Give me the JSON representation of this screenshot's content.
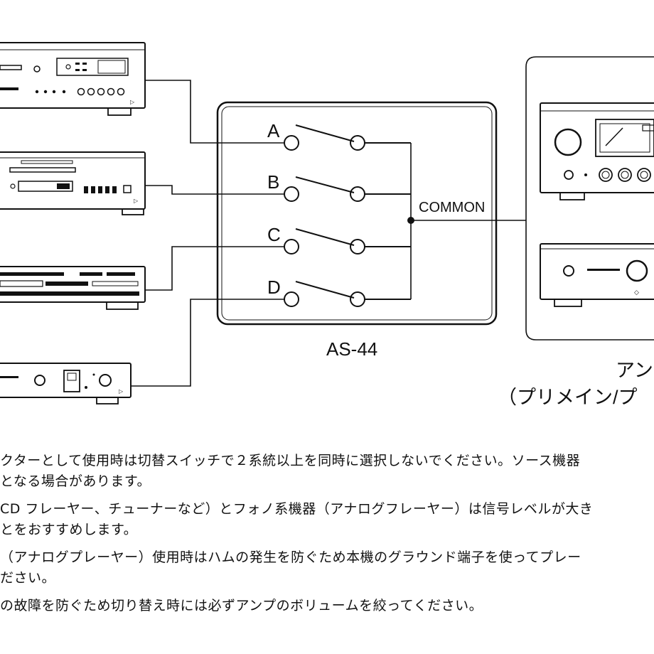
{
  "switch_box": {
    "model": "AS-44",
    "inputs": [
      "A",
      "B",
      "C",
      "D"
    ],
    "common_label": "COMMON"
  },
  "amp": {
    "label_line1": "アン",
    "label_line2": "（プリメイン/プ"
  },
  "notes": [
    "クターとして使用時は切替スイッチで２系統以上を同時に選択しないでください。ソース機器",
    "となる場合があります。",
    "CD フレーヤー、チューナーなど）とフォノ系機器（アナログフレーヤー）は信号レベルが大き",
    "とをおすすめします。",
    "（アナログプレーヤー）使用時はハムの発生を防ぐため本機のグラウンド端子を使ってプレー",
    "ださい。",
    "の故障を防ぐため切り替え時には必ずアンプのボリュームを絞ってください。"
  ]
}
